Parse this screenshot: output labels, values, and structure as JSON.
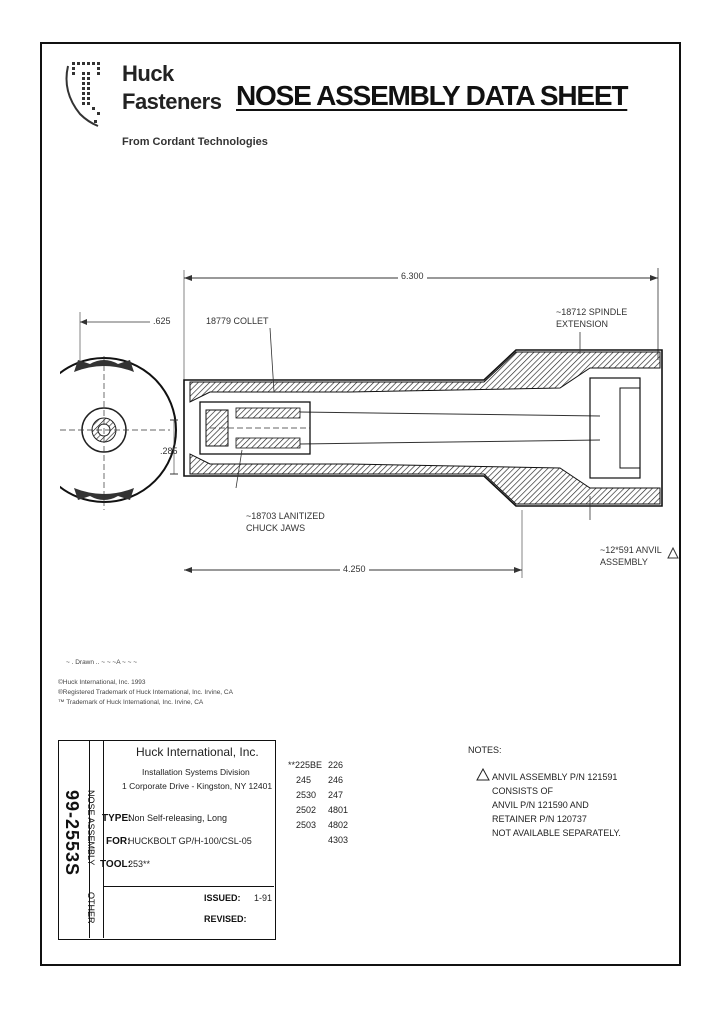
{
  "logo": {
    "line1": "Huck",
    "line2": "Fasteners",
    "tagline": "From Cordant Technologies"
  },
  "title": "NOSE ASSEMBLY DATA SHEET",
  "dimensions": {
    "overall_length": "6.300",
    "front_length": "4.250",
    "face_dim": ".625",
    "bore_dim": ".285"
  },
  "callouts": {
    "collet": "18779 COLLET",
    "spindle": "~18712 SPINDLE\nEXTENSION",
    "jaws": "~18703 LANITIZED\nCHUCK JAWS",
    "anvil": "~12*591 ANVIL\nASSEMBLY"
  },
  "small_notes": {
    "line0": "~ . Drawn  ..  ~ ~ ~A ~ ~ ~",
    "line1": "©Huck International, Inc. 1993",
    "line2": "®Registered Trademark of Huck International, Inc. Irvine, CA",
    "line3": "™ Trademark of Huck International, Inc. Irvine, CA"
  },
  "title_block": {
    "doc_number": "99-2553S",
    "vertical_label": "NOSE ASSEMBLY",
    "other_label": "OTHER",
    "company": "Huck International, Inc.",
    "division": "Installation Systems Division",
    "address": "1 Corporate Drive - Kingston, NY  12401",
    "type_label": "TYPE:",
    "type_value": "Non Self-releasing, Long",
    "for_label": "FOR:",
    "for_value": "HUCKBOLT GP/H-100/CSL-05",
    "tool_label": "TOOL:",
    "tool_value": "253**",
    "issued_label": "ISSUED:",
    "issued_value": "1-91",
    "revised_label": "REVISED:"
  },
  "tool_list": {
    "col1": [
      "**225BE",
      "245",
      "2530",
      "2502",
      "2503"
    ],
    "col2": [
      "226",
      "246",
      "247",
      "4801",
      "4802",
      "4303"
    ]
  },
  "notes": {
    "header": "NOTES:",
    "line1": "ANVIL ASSEMBLY P/N 121591",
    "line2": "CONSISTS OF",
    "line3": "ANVIL P/N 121590 AND",
    "line4": "RETAINER P/N 120737",
    "line5": "NOT AVAILABLE SEPARATELY."
  }
}
